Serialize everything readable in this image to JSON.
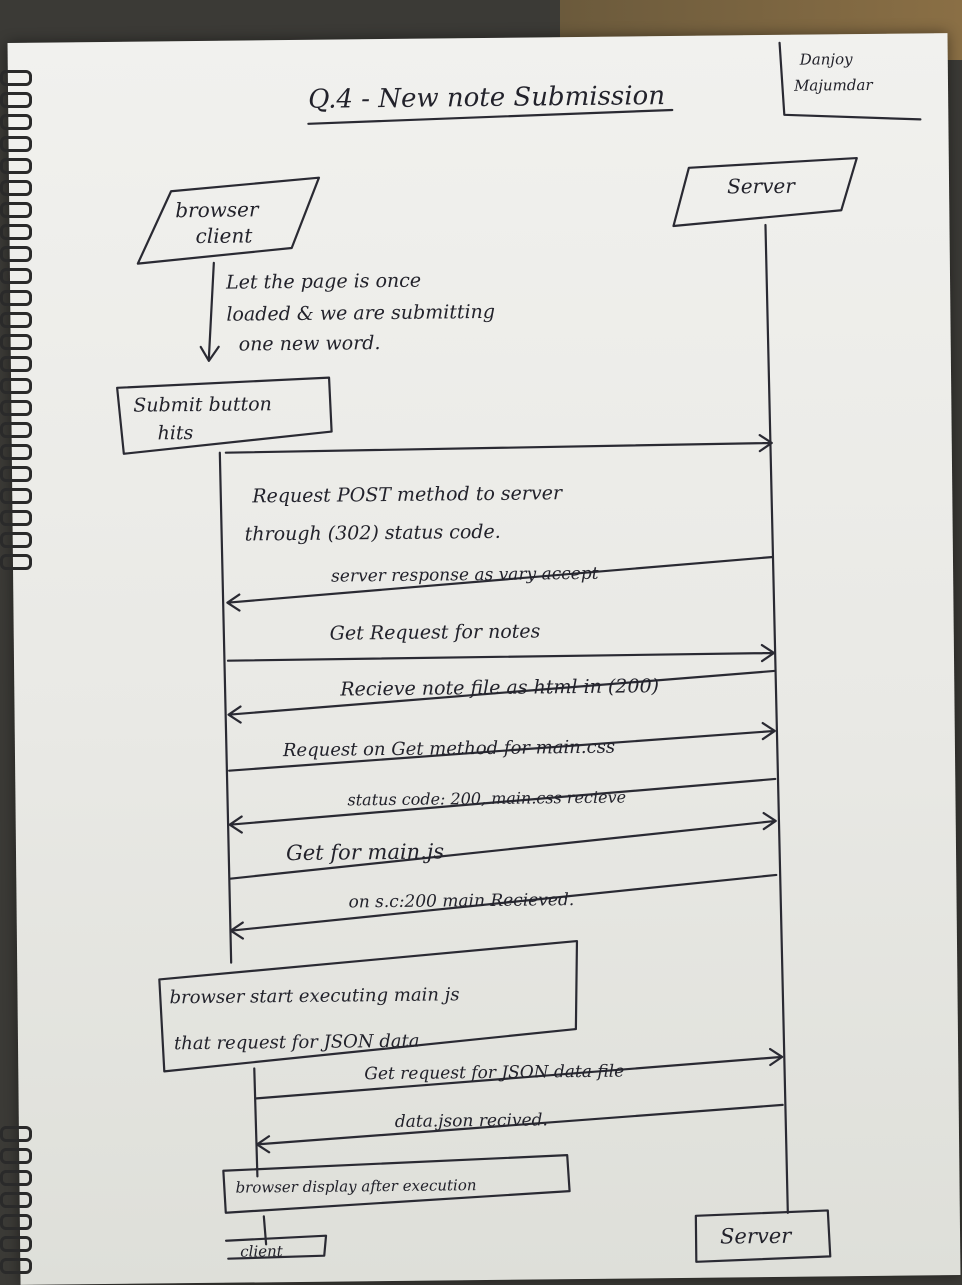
{
  "title": "Q.4 - New note Submission",
  "author": "Danjoy Majumdar",
  "participants": {
    "browser_top": "browser client",
    "server_top": "Server",
    "client_bottom": "client",
    "server_bottom": "Server"
  },
  "notes": {
    "intro": [
      "Let the page is once",
      "loaded & we are submitting",
      "one new word."
    ],
    "submit_box": [
      "Submit button",
      "hits"
    ],
    "exec_box": [
      "browser start executing main js",
      "that request for JSON data"
    ],
    "display_box": "browser display after execution"
  },
  "messages": [
    {
      "lines": [
        "Request POST method to server",
        "through (302) status code."
      ],
      "direction": "to-server"
    },
    {
      "lines": [
        "server response as vary accept"
      ],
      "direction": "to-client"
    },
    {
      "lines": [
        "Get Request for notes"
      ],
      "direction": "to-server"
    },
    {
      "lines": [
        "Recieve note file as html in (200)"
      ],
      "direction": "to-client"
    },
    {
      "lines": [
        "Request on Get method for main.css"
      ],
      "direction": "to-server"
    },
    {
      "lines": [
        "status code: 200, main.css recieve"
      ],
      "direction": "to-client"
    },
    {
      "lines": [
        "Get for main.js"
      ],
      "direction": "to-server"
    },
    {
      "lines": [
        "on s.c:200 main Recieved."
      ],
      "direction": "to-client"
    },
    {
      "lines": [
        "Get request for JSON data file"
      ],
      "direction": "to-server"
    },
    {
      "lines": [
        "data.json recived."
      ],
      "direction": "to-client"
    }
  ]
}
